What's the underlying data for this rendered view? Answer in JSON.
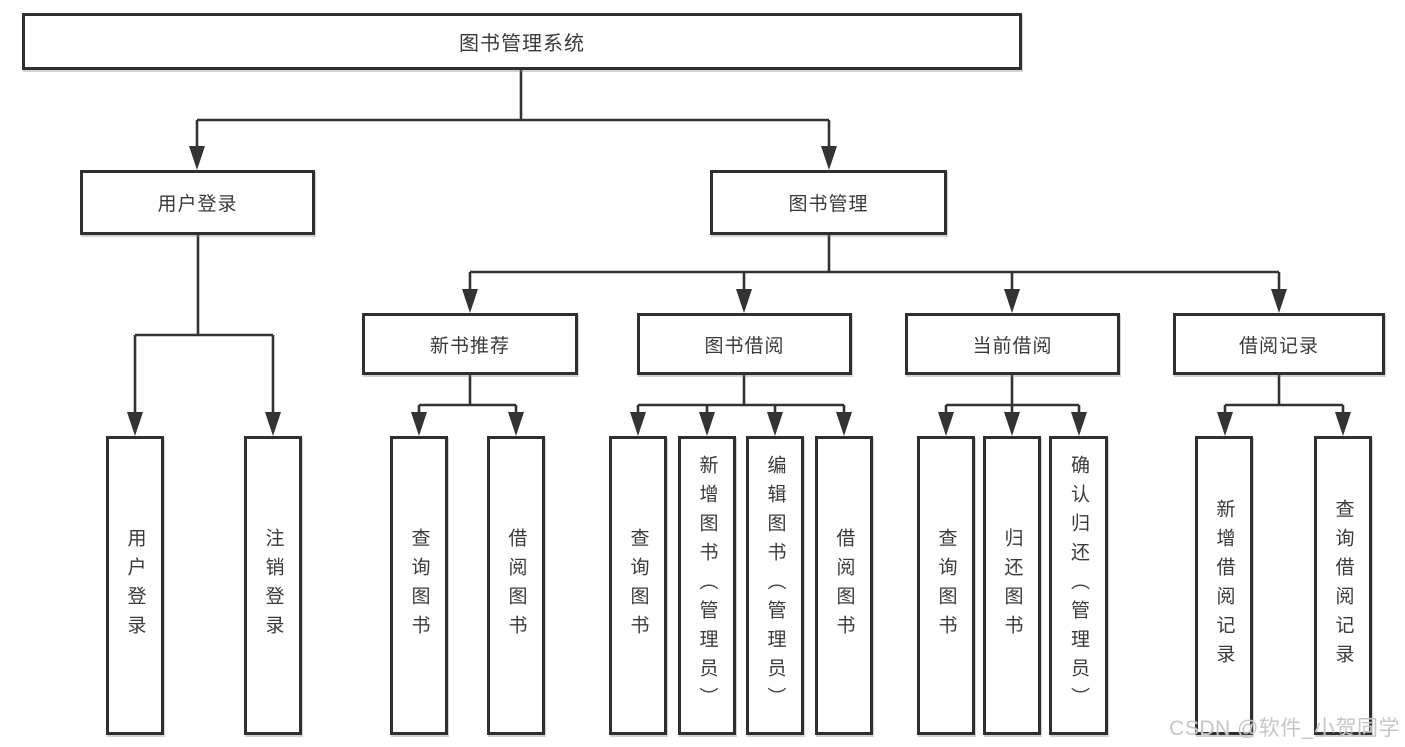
{
  "diagram": {
    "root": {
      "label": "图书管理系统"
    },
    "level2": [
      {
        "label": "用户登录"
      },
      {
        "label": "图书管理"
      }
    ],
    "level3": [
      {
        "label": "新书推荐"
      },
      {
        "label": "图书借阅"
      },
      {
        "label": "当前借阅"
      },
      {
        "label": "借阅记录"
      }
    ],
    "leaves": {
      "user_login": [
        "用户登录",
        "注销登录"
      ],
      "new_book": [
        "查询图书",
        "借阅图书"
      ],
      "book_borrow": [
        "查询图书",
        "新增图书（管理员）",
        "编辑图书（管理员）",
        "借阅图书"
      ],
      "current_borrow": [
        "查询图书",
        "归还图书",
        "确认归还（管理员）"
      ],
      "borrow_records": [
        "新增借阅记录",
        "查询借阅记录"
      ]
    },
    "colors": {
      "line": "#333333",
      "box_border": "#2f2f2f",
      "text": "#3a3a3a",
      "watermark": "#c6c6c6",
      "background": "#ffffff"
    }
  },
  "watermark": {
    "text": "CSDN @软件_小贺同学"
  }
}
